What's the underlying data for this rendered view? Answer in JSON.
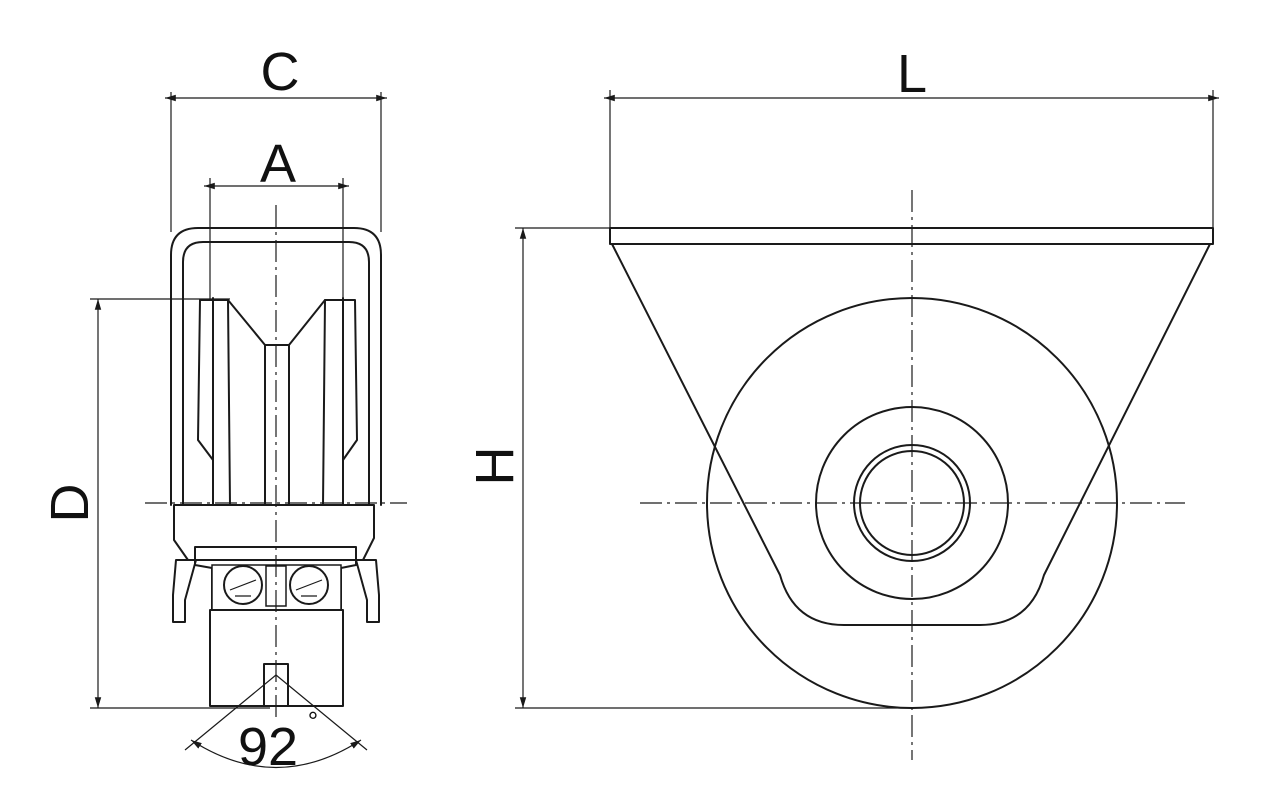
{
  "labels": {
    "C": "C",
    "A": "A",
    "D": "D",
    "L": "L",
    "H": "H",
    "angle": "92",
    "degree": "°"
  },
  "colors": {
    "ink": "#1a1a1a",
    "background": "#ffffff"
  }
}
